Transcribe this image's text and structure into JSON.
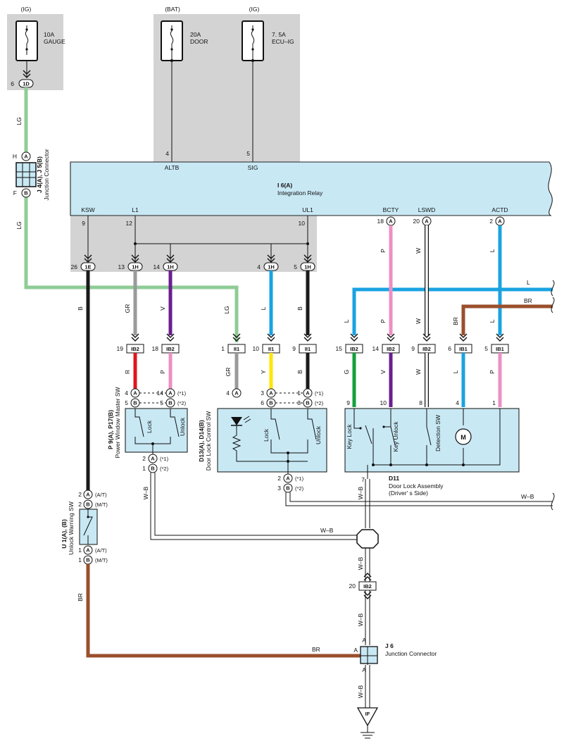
{
  "fuses": [
    {
      "supply": "(IG)",
      "rating": "10A",
      "name": "GAUGE"
    },
    {
      "supply": "(BAT)",
      "rating": "20A",
      "name": "DOOR"
    },
    {
      "supply": "(IG)",
      "rating": "7. 5A",
      "name": "ECU–IG"
    }
  ],
  "relay": {
    "code": "I 6(A)",
    "name": "Integration Relay",
    "top_terminals": [
      {
        "num": "4",
        "label": "ALTB"
      },
      {
        "num": "5",
        "label": "SIG"
      }
    ],
    "bottom_terminals": [
      {
        "num": "9",
        "label": "KSW"
      },
      {
        "num": "12",
        "label": "L1"
      },
      {
        "num": "10",
        "label": "UL1"
      },
      {
        "num": "18",
        "label": "BCTY",
        "pin": "A"
      },
      {
        "num": "20",
        "label": "LSWD",
        "pin": "A"
      },
      {
        "num": "2",
        "label": "ACTD",
        "pin": "A"
      }
    ]
  },
  "junction_j4": {
    "code": "J 4(A), J 5(B)",
    "name": "Junction Connector",
    "top": {
      "num": "H",
      "pin": "A"
    },
    "bottom": {
      "num": "F",
      "pin": "B"
    },
    "upper_connector": {
      "num": "6",
      "code": "1D"
    }
  },
  "connectors_1": [
    {
      "num": "26",
      "code": "1E"
    },
    {
      "num": "13",
      "code": "1H"
    },
    {
      "num": "14",
      "code": "1H"
    },
    {
      "num": "4",
      "code": "1H"
    },
    {
      "num": "5",
      "code": "1H"
    }
  ],
  "connectors_2": [
    {
      "num": "19",
      "code": "IB2"
    },
    {
      "num": "18",
      "code": "IB2"
    },
    {
      "num": "1",
      "code": "II1"
    },
    {
      "num": "10",
      "code": "II1"
    },
    {
      "num": "9",
      "code": "II1"
    },
    {
      "num": "15",
      "code": "IB2"
    },
    {
      "num": "14",
      "code": "IB2"
    },
    {
      "num": "9",
      "code": "IB2"
    },
    {
      "num": "6",
      "code": "IB1"
    },
    {
      "num": "5",
      "code": "IB1"
    }
  ],
  "wire_colors": {
    "LG": "#8fcc96",
    "B": "#1a1a1a",
    "GR": "#9a9a9a",
    "V": "#6a1e8f",
    "L": "#1aa3e0",
    "P": "#ee8fc3",
    "W": "#ffffff",
    "BR": "#9a4f2b",
    "R": "#e0141e",
    "Y": "#ffe600",
    "G": "#14a03c"
  },
  "wire_labels": {
    "lg": "LG",
    "b": "B",
    "gr": "GR",
    "v": "V",
    "l": "L",
    "p": "P",
    "w": "W",
    "br": "BR",
    "r": "R",
    "y": "Y",
    "g": "G",
    "wb": "W–B"
  },
  "power_window_sw": {
    "code": "P 9(A), P17(B)",
    "name": "Power Window Master SW",
    "lock": "Lock",
    "unlock": "Unlock",
    "top_pins": [
      [
        "4",
        "A"
      ],
      [
        "5",
        "B"
      ],
      [
        "14",
        "A"
      ],
      [
        "5",
        "B"
      ]
    ],
    "bottom_pins": [
      [
        "2",
        "A",
        "(*1)"
      ],
      [
        "1",
        "B",
        "(*2)"
      ]
    ],
    "notes": [
      "(*1)",
      "(*2)"
    ]
  },
  "door_lock_control_sw": {
    "code": "D13(A), D14(B)",
    "name": "Door Lock Control SW",
    "lock": "Lock",
    "unlock": "Unlock",
    "top_pins": [
      [
        "4",
        "A"
      ],
      [
        "3",
        "A"
      ],
      [
        "6",
        "B"
      ],
      [
        "1",
        "A"
      ],
      [
        "3",
        "B"
      ]
    ],
    "bottom_pins": [
      [
        "2",
        "A",
        "(*1)"
      ],
      [
        "3",
        "B",
        "(*2)"
      ]
    ]
  },
  "door_lock_assembly": {
    "code": "D11",
    "name": "Door Lock Assembly",
    "sub": "(Driver' s Side)",
    "labels": [
      "Key Lock",
      "Key Unlock",
      "Detection SW"
    ],
    "pins": [
      "9",
      "10",
      "8",
      "4",
      "1"
    ],
    "ground_pin": "7",
    "motor": "M"
  },
  "unlock_warning_sw": {
    "code": "U 1(A), (B)",
    "name": "Unlock Warning SW",
    "pins": [
      [
        "2",
        "A",
        "(A/T)"
      ],
      [
        "2",
        "B",
        "(M/T)"
      ],
      [
        "1",
        "A",
        "(A/T)"
      ],
      [
        "1",
        "B",
        "(M/T)"
      ]
    ]
  },
  "ib2_20": {
    "num": "20",
    "code": "IB2"
  },
  "j6": {
    "code": "J 6",
    "name": "Junction Connector",
    "pin": "A"
  },
  "ground": "IF"
}
